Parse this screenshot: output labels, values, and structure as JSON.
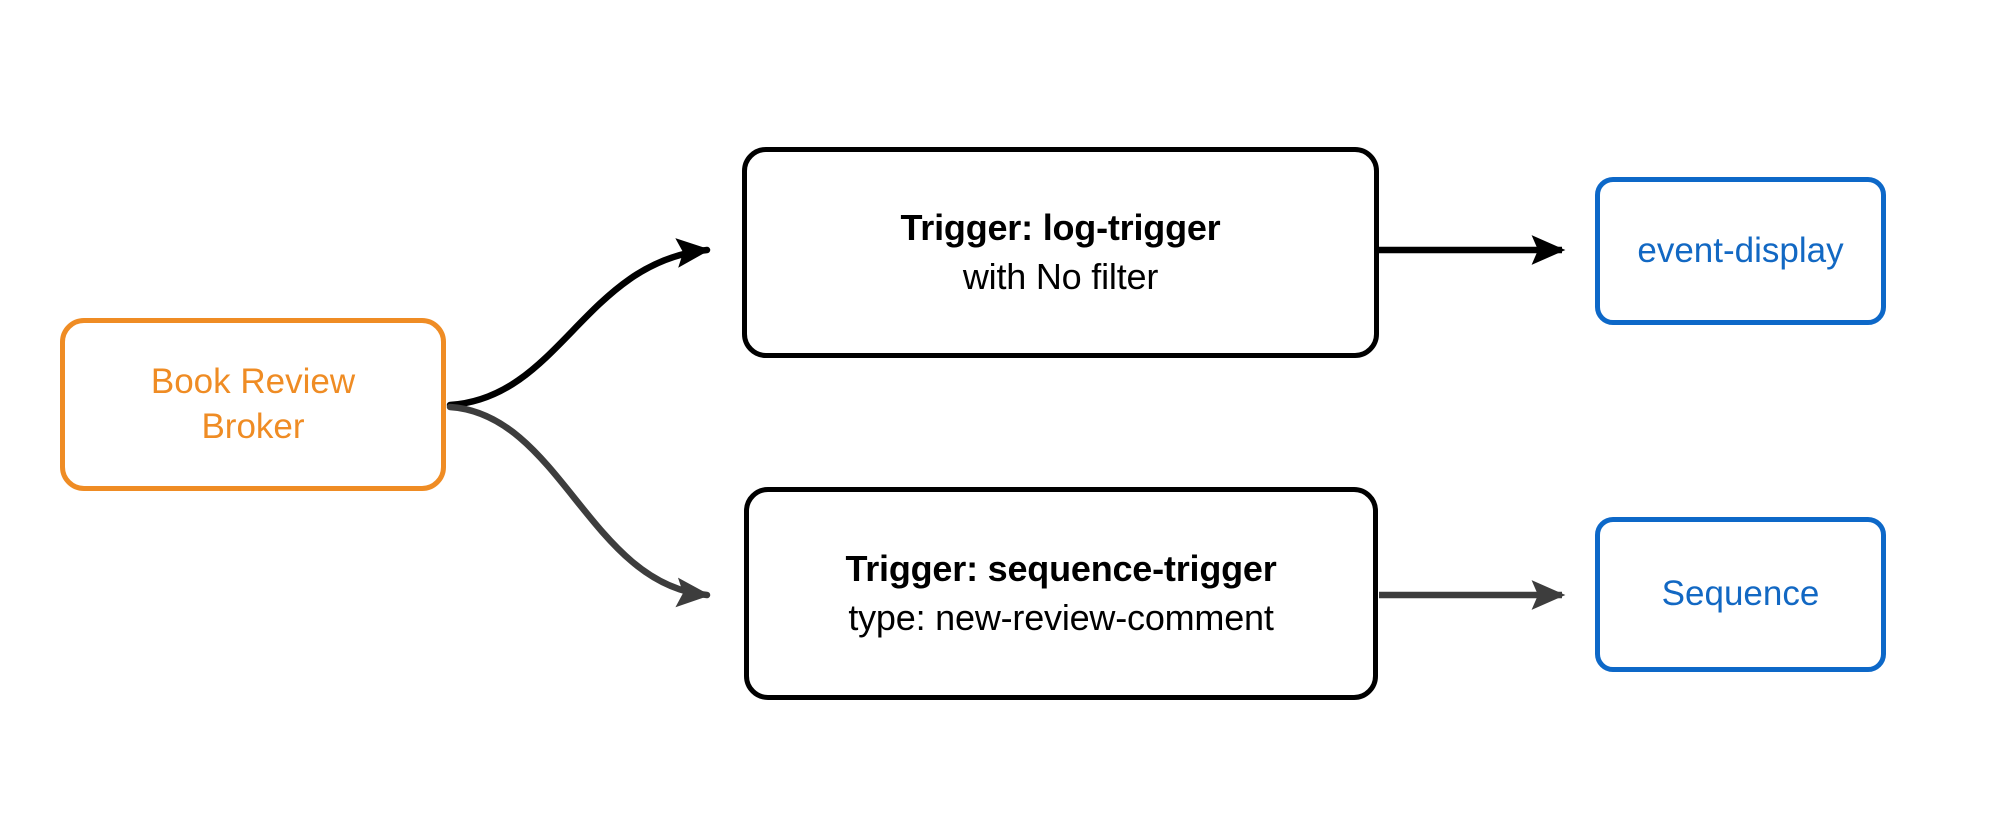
{
  "diagram": {
    "type": "flow-diagram",
    "background_color": "#ffffff",
    "colors": {
      "broker": "#ef8c24",
      "trigger": "#000000",
      "sink": "#0d68c8",
      "sink_text": "#1268c3",
      "edge_primary": "#000000",
      "edge_secondary": "#3d3d3d"
    },
    "nodes": {
      "broker": {
        "id": "book-review-broker",
        "line1": "Book Review",
        "line2": "Broker",
        "shape": "rounded-rect",
        "color": "#ef8c24"
      },
      "trigger_log": {
        "id": "log-trigger",
        "title": "Trigger: log-trigger",
        "subtitle": "with No filter",
        "shape": "rounded-rect",
        "color": "#000000"
      },
      "trigger_sequence": {
        "id": "sequence-trigger",
        "title": "Trigger: sequence-trigger",
        "subtitle": "type: new-review-comment",
        "shape": "rounded-rect",
        "color": "#000000"
      },
      "sink_event_display": {
        "id": "event-display",
        "label": "event-display",
        "shape": "rounded-rect",
        "color": "#0d68c8"
      },
      "sink_sequence": {
        "id": "sequence",
        "label": "Sequence",
        "shape": "rounded-rect",
        "color": "#0d68c8"
      }
    },
    "edges": [
      {
        "name": "broker-to-log-trigger",
        "from": "book-review-broker",
        "to": "log-trigger",
        "style": "curved",
        "color": "#000000",
        "arrowhead": "filled-triangle"
      },
      {
        "name": "broker-to-sequence-trigger",
        "from": "book-review-broker",
        "to": "sequence-trigger",
        "style": "curved",
        "color": "#3d3d3d",
        "arrowhead": "filled-triangle"
      },
      {
        "name": "log-trigger-to-event-display",
        "from": "log-trigger",
        "to": "event-display",
        "style": "straight",
        "color": "#000000",
        "arrowhead": "filled-triangle"
      },
      {
        "name": "sequence-trigger-to-sequence",
        "from": "sequence-trigger",
        "to": "sequence",
        "style": "straight",
        "color": "#3d3d3d",
        "arrowhead": "filled-triangle"
      }
    ]
  }
}
